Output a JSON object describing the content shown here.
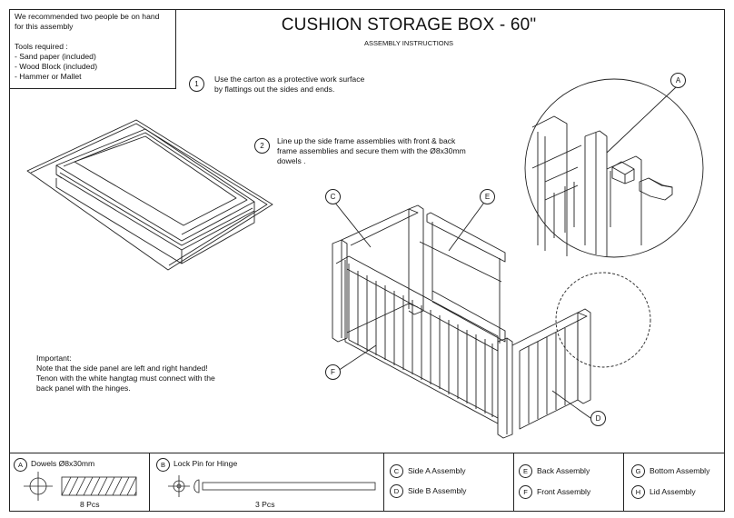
{
  "note": {
    "lines": [
      "We recommended two people be on hand",
      "for this assembly",
      "",
      "Tools required :",
      "- Sand paper (included)",
      "- Wood Block (included)",
      "- Hammer or Mallet"
    ]
  },
  "title": "CUSHION STORAGE BOX - 60\"",
  "subtitle": "ASSEMBLY INSTRUCTIONS",
  "steps": [
    {
      "num": "1",
      "lines": [
        "Use the carton as a protective work surface",
        "by flattings out the sides and ends."
      ]
    },
    {
      "num": "2",
      "lines": [
        "Line up the side frame assemblies with front & back",
        "frame assemblies and secure them with the Ø8x30mm",
        "dowels ."
      ]
    }
  ],
  "important": {
    "lines": [
      "Important:",
      "Note that the side panel are left and right handed!",
      "Tenon with the white hangtag must connect with the",
      "back panel with the hinges."
    ]
  },
  "callouts": {
    "A": "A",
    "C": "C",
    "D": "D",
    "E": "E",
    "F": "F"
  },
  "parts": {
    "dowels": {
      "letter": "A",
      "label": "Dowels Ø8x30mm",
      "qty": "8 Pcs"
    },
    "lock_pin": {
      "letter": "B",
      "label": "Lock Pin for Hinge",
      "qty": "3 Pcs"
    },
    "side_a": {
      "letter": "C",
      "label": "Side A Assembly"
    },
    "side_b": {
      "letter": "D",
      "label": "Side B Assembly"
    },
    "back": {
      "letter": "E",
      "label": "Back Assembly"
    },
    "front": {
      "letter": "F",
      "label": "Front Assembly"
    },
    "bottom": {
      "letter": "G",
      "label": "Bottom Assembly"
    },
    "lid": {
      "letter": "H",
      "label": "Lid Assembly"
    }
  }
}
